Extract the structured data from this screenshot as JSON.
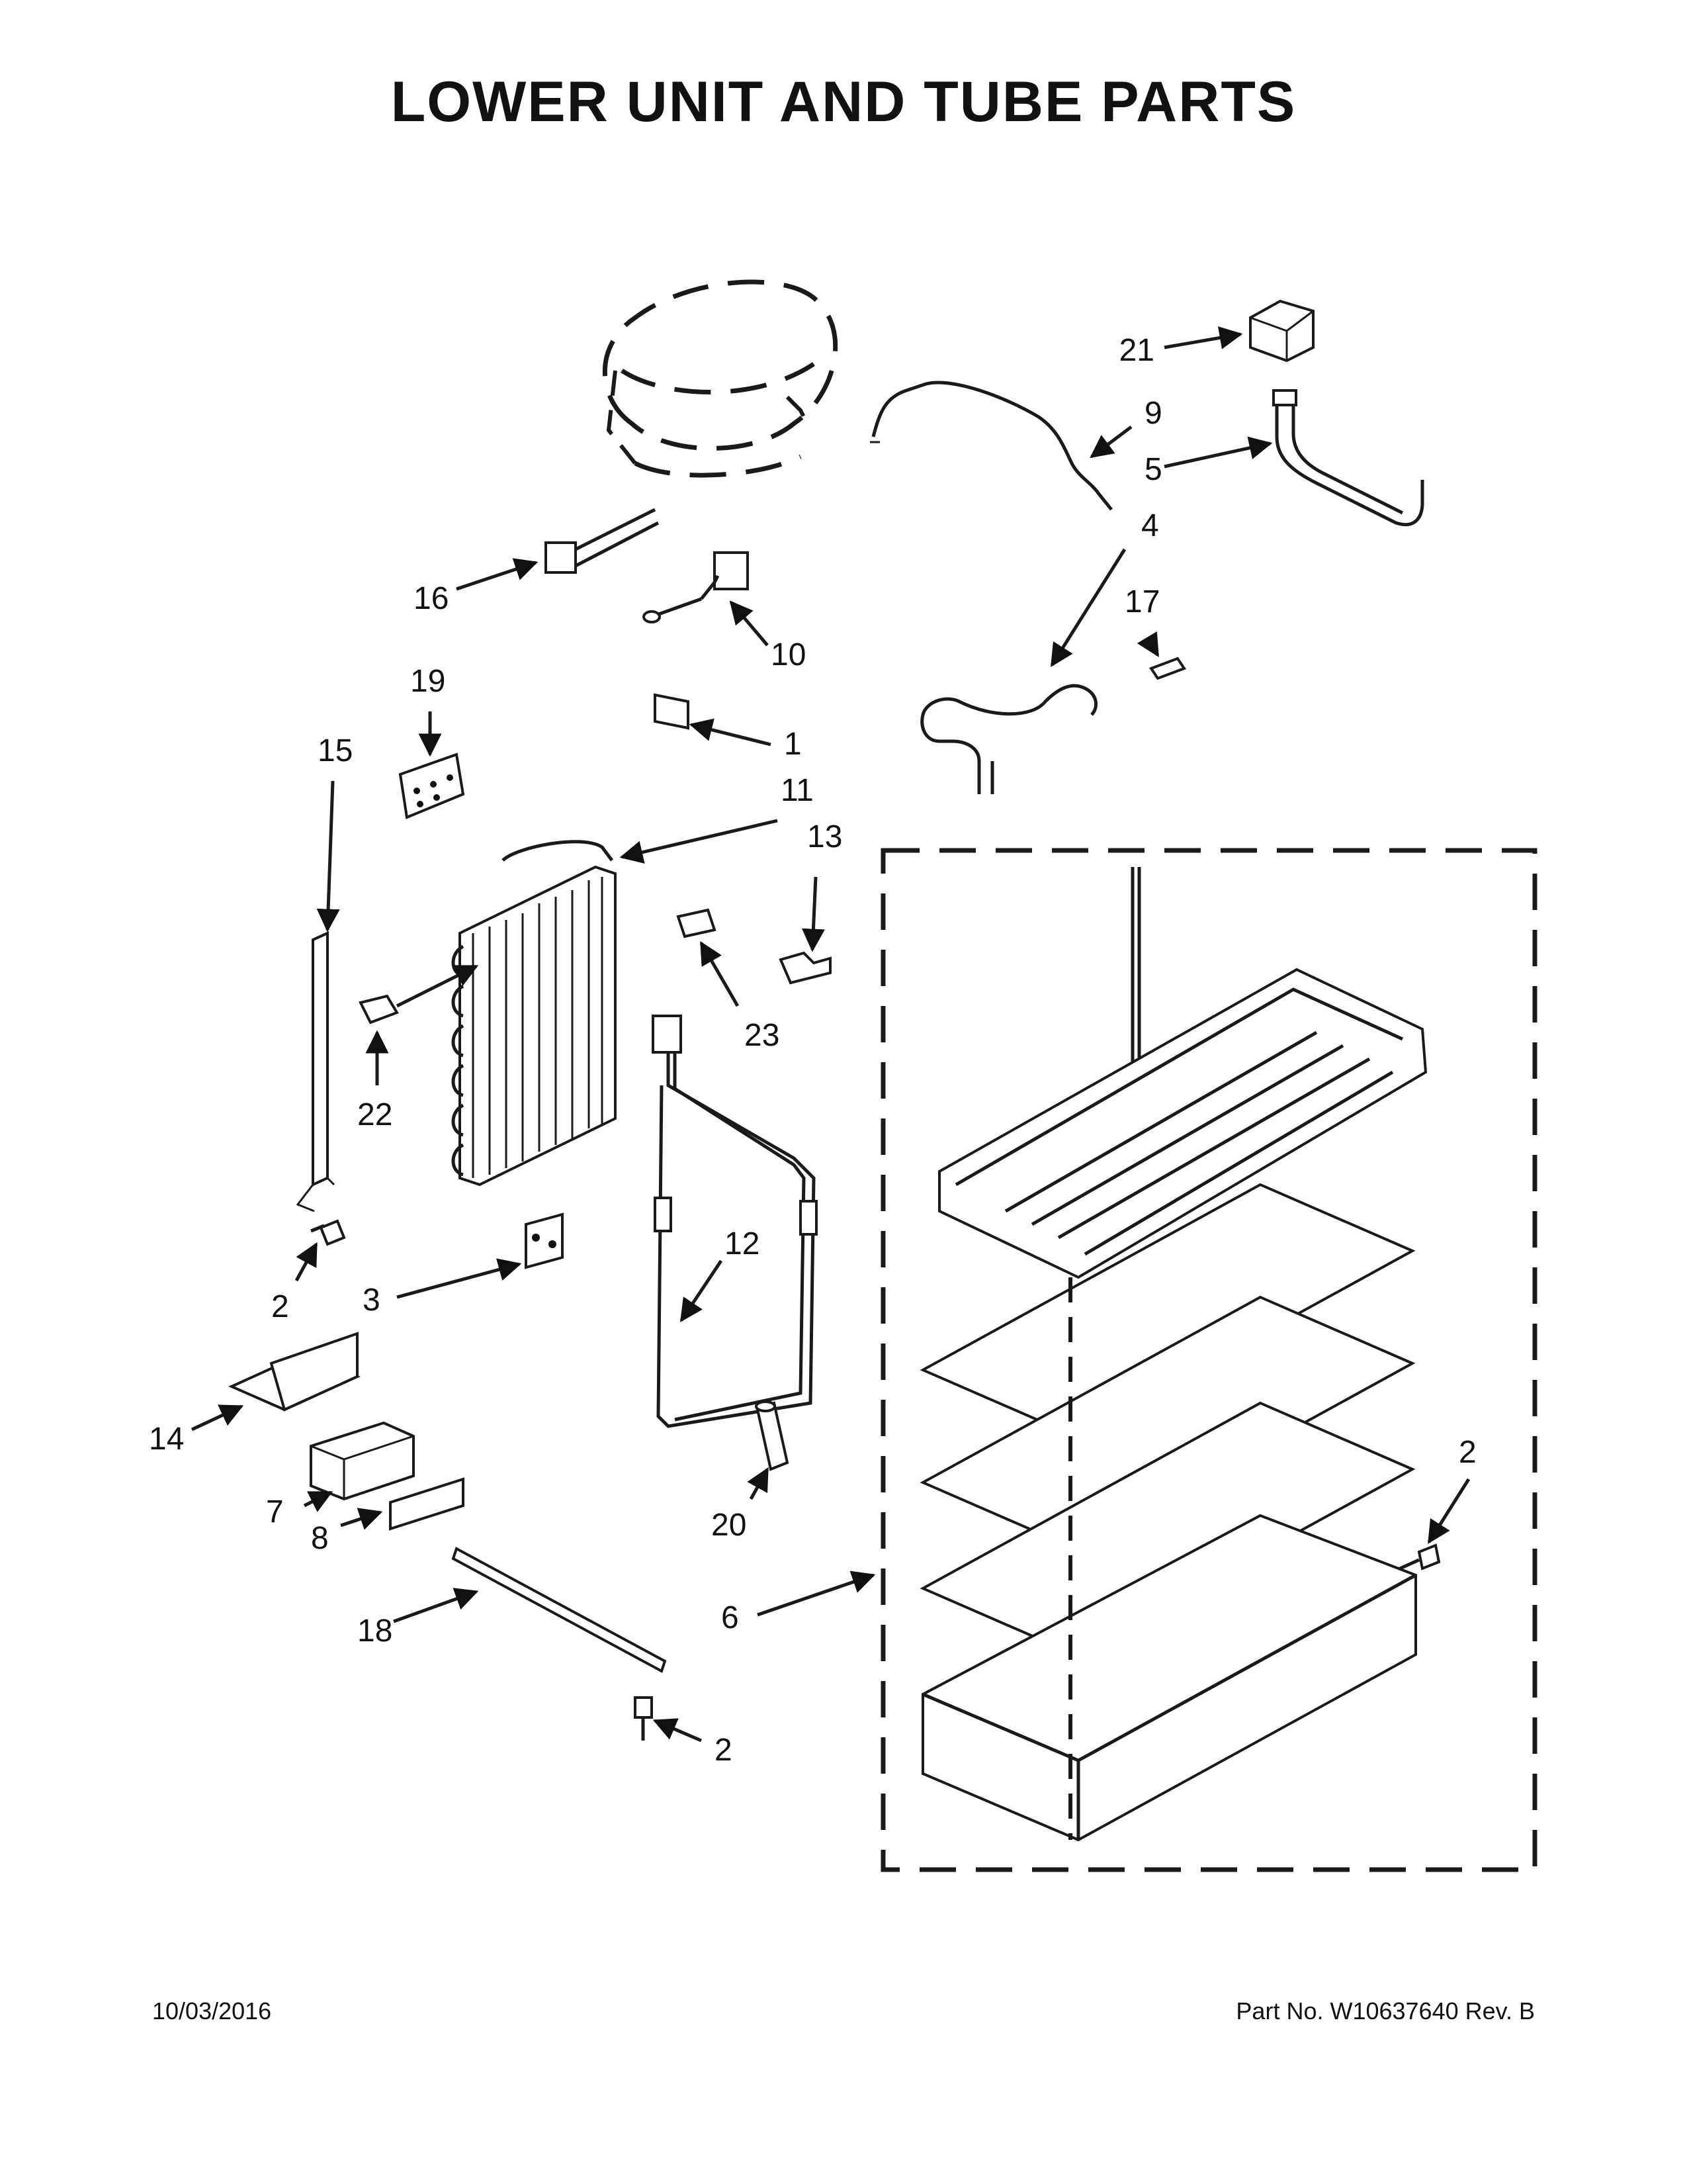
{
  "title": "LOWER UNIT AND TUBE PARTS",
  "footer": {
    "date": "10/03/2016",
    "part_number": "Part No.  W10637640  Rev.  B"
  },
  "callouts": [
    "1",
    "2",
    "2",
    "2",
    "2",
    "3",
    "4",
    "5",
    "6",
    "7",
    "8",
    "9",
    "10",
    "11",
    "12",
    "13",
    "14",
    "15",
    "16",
    "17",
    "18",
    "19",
    "20",
    "21",
    "22",
    "23"
  ]
}
